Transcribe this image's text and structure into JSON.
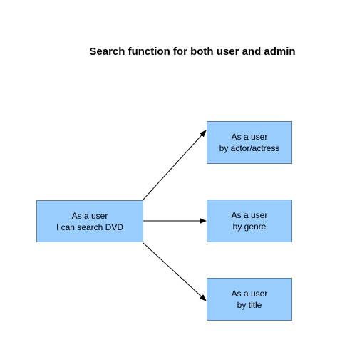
{
  "title": "Search function for both user and admin",
  "nodes": {
    "source": {
      "line1": "As a user",
      "line2": "I can search DVD"
    },
    "actor": {
      "line1": "As a user",
      "line2": "by actor/actress"
    },
    "genre": {
      "line1": "As a user",
      "line2": "by genre"
    },
    "title": {
      "line1": "As a user",
      "line2": "by title"
    }
  },
  "colors": {
    "node_fill": "#99ccff",
    "node_border": "#5c7fa3",
    "edge": "#000000"
  }
}
